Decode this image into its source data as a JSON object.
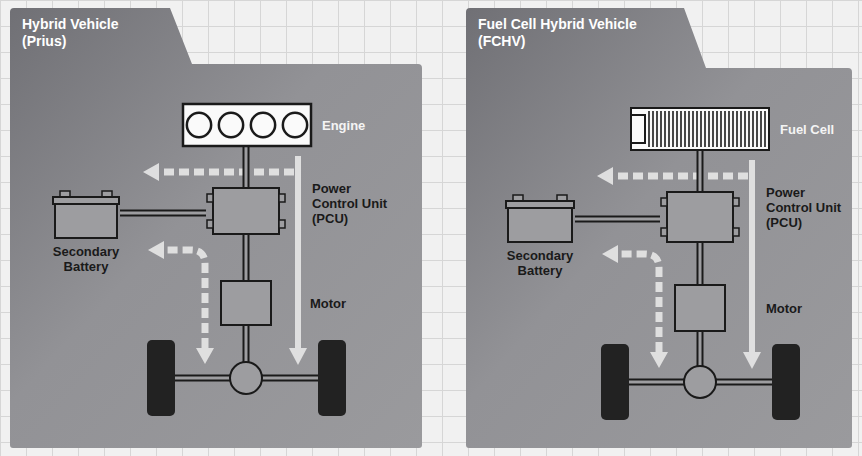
{
  "diagram": {
    "nodes": [
      {
        "text": [
          "Hybrid Vehicle (Prius)"
        ]
      },
      {
        "text": [
          "Engine"
        ],
        "in": 0
      },
      {
        "text": [
          "Power Control Unit (PCU)"
        ],
        "in": 0
      },
      {
        "text": [
          "Secondary Battery"
        ],
        "in": 0
      },
      {
        "text": [
          "Motor"
        ],
        "in": 0
      },
      {
        "text": [
          "Fuel Cell Hybrid Vehicle (FCHV)"
        ]
      },
      {
        "text": [
          "Fuel Cell"
        ],
        "in": 5
      },
      {
        "text": [
          "Power Control Unit (PCU)"
        ],
        "in": 5
      },
      {
        "text": [
          "Secondary Battery"
        ],
        "in": 5
      },
      {
        "text": [
          "Motor"
        ],
        "in": 5
      }
    ],
    "edges": [
      {
        "from": 1,
        "to": 2,
        "arrow": "none"
      },
      {
        "from": 3,
        "to": 2,
        "arrow": "none"
      },
      {
        "from": 2,
        "to": 4,
        "arrow": "none"
      },
      {
        "from": 6,
        "to": 7,
        "arrow": "none"
      },
      {
        "from": 8,
        "to": 7,
        "arrow": "none"
      },
      {
        "from": 7,
        "to": 9,
        "arrow": "none"
      }
    ]
  }
}
